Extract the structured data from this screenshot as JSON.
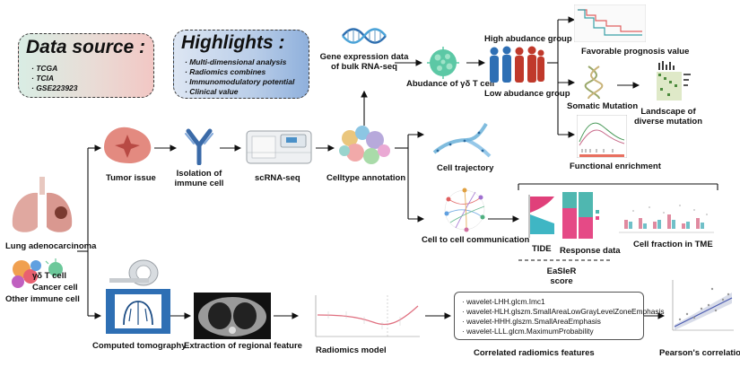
{
  "data_source": {
    "title": "Data source :",
    "items": [
      "· TCGA",
      "· TCIA",
      "· GSE223923"
    ]
  },
  "highlights": {
    "title": "Highlights :",
    "items": [
      "· Multi-dimensional analysis",
      "· Radiomics combines",
      "· Immunomodulatory potential",
      "· Clinical value"
    ]
  },
  "labels": {
    "gene_expr_1": "Gene expression data",
    "gene_expr_2": "of bulk RNA-seq",
    "abundance": "Abudance of γδ T cell",
    "high": "High abudance group",
    "low": "Low abudance group",
    "prognosis": "Favorable prognosis value",
    "somatic": "Somatic Mutation",
    "landscape_1": "Landscape of",
    "landscape_2": "diverse mutation",
    "functional": "Functional enrichment",
    "tumor": "Tumor issue",
    "isolation_1": "Isolation of",
    "isolation_2": "immune cell",
    "scrna": "scRNA-seq",
    "celltype": "Celltype annotation",
    "trajectory": "Cell trajectory",
    "communication": "Cell to cell communication",
    "tide": "TIDE",
    "response": "Response data",
    "easier_1": "EaSIeR",
    "easier_2": "score",
    "fraction": "Cell fraction in TME",
    "lung": "Lung adenocarcinoma",
    "gdt": "γδ T cell",
    "cancer": "Cancer cell",
    "other": "Other immune cell",
    "ct": "Computed tomography",
    "extraction": "Extraction of regional feature",
    "radiomics_model": "Radiomics model",
    "correlated": "Correlated radiomics features",
    "pearson": "Pearson's correlation"
  },
  "features": [
    "· wavelet-LHH.glcm.Imc1",
    "· wavelet-HLH.glszm.SmallAreaLowGrayLevelZoneEmphasis",
    "· wavelet-HHH.glszm.SmallAreaEmphasis",
    "· wavelet-LLL.glcm.MaximumProbability"
  ],
  "colors": {
    "high_group": "#c0392b",
    "low_group": "#2e6fb4",
    "tide_pink": "#e0407a",
    "tide_cyan": "#3fb6c4",
    "response_pink": "#e54a86",
    "response_teal": "#4fb7b0"
  },
  "icons": [
    "tumor-icon",
    "antibody-icon",
    "sequencer-icon",
    "umap-icon",
    "dna-icon",
    "cell-icon",
    "people-icon",
    "lung-icon",
    "ct-scanner-icon",
    "ct-slice-icon"
  ]
}
